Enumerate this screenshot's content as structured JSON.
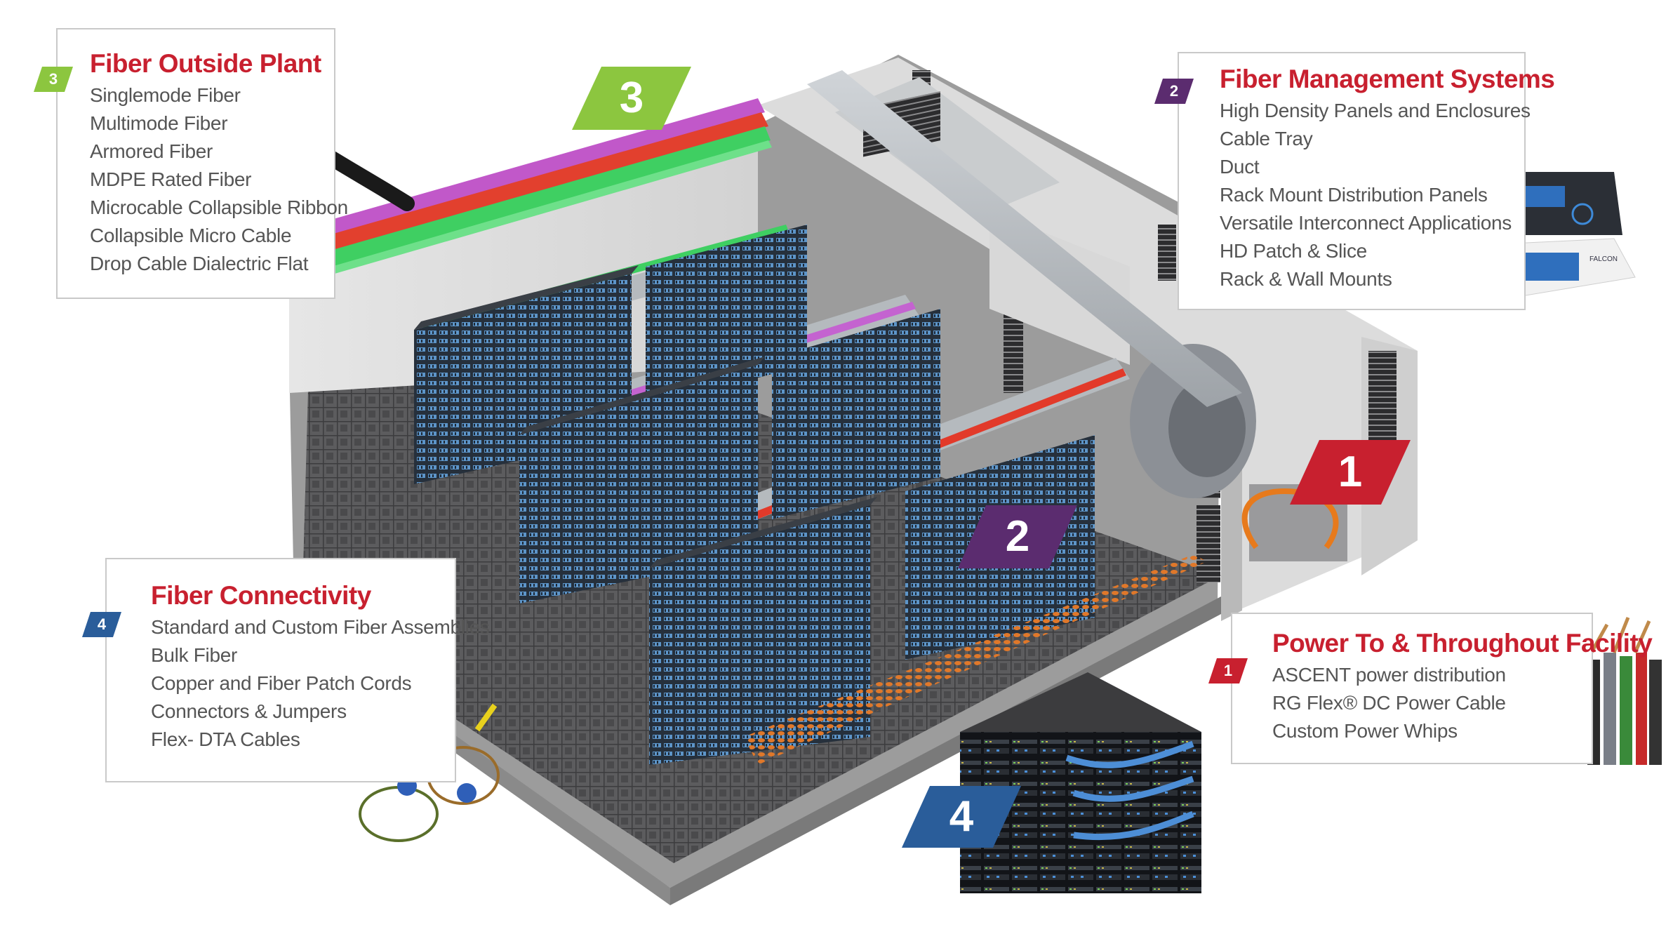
{
  "colors": {
    "outside_plant": "#8cc63f",
    "management": "#5b2c6f",
    "connectivity": "#2a5d9a",
    "power": "#c8202f",
    "title_red": "#c8202f",
    "body_text": "#555555"
  },
  "panels": {
    "outside_plant": {
      "badge": "3",
      "title": "Fiber Outside Plant",
      "items": [
        "Singlemode Fiber",
        "Multimode Fiber",
        "Armored Fiber",
        "MDPE Rated Fiber",
        "Microcable Collapsible Ribbon",
        "Collapsible Micro Cable",
        "Drop Cable Dialectric Flat"
      ]
    },
    "management": {
      "badge": "2",
      "title": "Fiber Management Systems",
      "items": [
        "High Density Panels and Enclosures",
        "Cable Tray",
        "Duct",
        "Rack Mount Distribution Panels",
        "Versatile Interconnect Applications",
        "HD Patch & Slice",
        "Rack & Wall Mounts"
      ]
    },
    "connectivity": {
      "badge": "4",
      "title": "Fiber Connectivity",
      "items": [
        "Standard and Custom Fiber Assemblies",
        "Bulk Fiber",
        "Copper and Fiber Patch Cords",
        "Connectors & Jumpers",
        "Flex- DTA Cables"
      ]
    },
    "power": {
      "badge": "1",
      "title": "Power To & Throughout Facility",
      "items": [
        "ASCENT power distribution",
        "RG Flex® DC Power Cable",
        "Custom Power Whips"
      ]
    }
  },
  "labels": {
    "zone3": "3",
    "zone2": "2",
    "zone1": "1",
    "zone4": "4"
  },
  "product_logo": "FALCON"
}
